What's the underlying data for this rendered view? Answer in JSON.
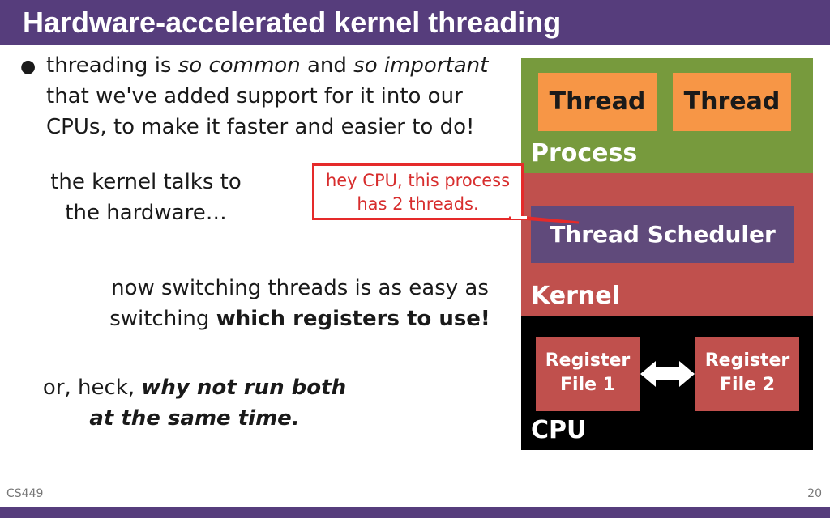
{
  "slide": {
    "title": "Hardware-accelerated kernel threading",
    "bullet": {
      "line1_a": "threading is ",
      "line1_b": "so common",
      "line1_c": " and ",
      "line1_d": "so important",
      "line2": "that we've added support for it into our",
      "line3": "CPUs, to make it faster and easier to do!"
    },
    "kernel_talks": {
      "line1": "the kernel talks to",
      "line2": "the hardware…"
    },
    "switching": {
      "line1": "now switching threads is as easy as",
      "line2_a": "switching ",
      "line2_b": "which registers to use!"
    },
    "why_not": {
      "line1_a": "or, heck, ",
      "line1_b": "why not run both",
      "line2": "at the same time."
    },
    "callout": {
      "line1": "hey CPU, this process",
      "line2": "has 2 threads."
    },
    "footer": {
      "course": "CS449",
      "page": "20"
    }
  },
  "diagram": {
    "process": {
      "label": "Process",
      "thread_1": "Thread",
      "thread_2": "Thread"
    },
    "kernel": {
      "label": "Kernel",
      "scheduler": "Thread Scheduler"
    },
    "cpu": {
      "label": "CPU",
      "reg_1_line1": "Register",
      "reg_1_line2": "File 1",
      "reg_2_line1": "Register",
      "reg_2_line2": "File 2"
    }
  },
  "colors": {
    "title_bar": "#563d7c",
    "process": "#779a3d",
    "kernel": "#c0504d",
    "cpu": "#000000",
    "thread_box": "#f79646",
    "scheduler_box": "#604a7b",
    "register_box": "#c0504d",
    "callout_border": "#e52a2a"
  },
  "icons": {
    "bullet": "bullet-dot-icon",
    "swap_arrow": "double-arrow-icon"
  }
}
